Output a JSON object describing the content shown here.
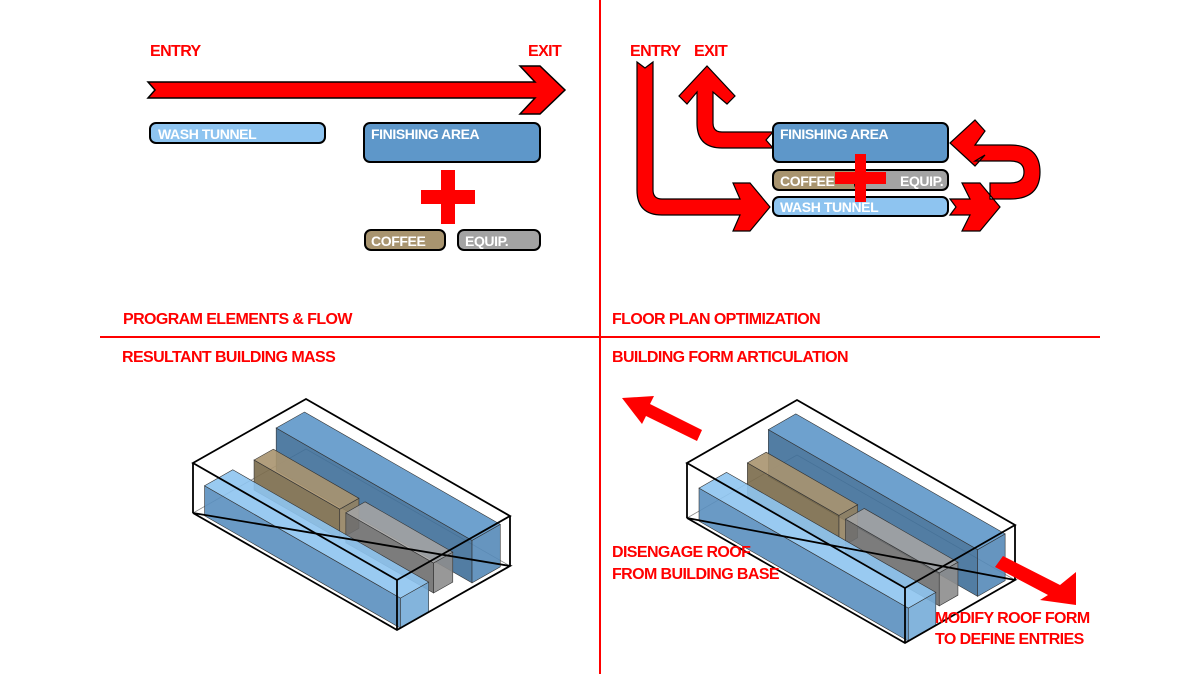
{
  "colors": {
    "accent": "#ff0000",
    "wash_tunnel": "#8ec4f0",
    "finishing_area": "#5e97c9",
    "coffee": "#a8946f",
    "equip": "#a3a3a3"
  },
  "q1": {
    "title": "PROGRAM ELEMENTS & FLOW",
    "entry": "ENTRY",
    "exit": "EXIT",
    "wash_tunnel": "WASH TUNNEL",
    "finishing_area": "FINISHING AREA",
    "coffee": "COFFEE",
    "equip": "EQUIP."
  },
  "q2": {
    "title": "FLOOR PLAN OPTIMIZATION",
    "entry": "ENTRY",
    "exit": "EXIT",
    "wash_tunnel": "WASH TUNNEL",
    "finishing_area": "FINISHING AREA",
    "coffee": "COFFEE",
    "equip": "EQUIP."
  },
  "q3": {
    "title": "RESULTANT BUILDING MASS"
  },
  "q4": {
    "title": "BUILDING FORM ARTICULATION",
    "note1": [
      "DISENGAGE ROOF",
      "FROM BUILDING BASE"
    ],
    "note2": [
      "MODIFY ROOF FORM",
      "TO DEFINE ENTRIES"
    ]
  }
}
